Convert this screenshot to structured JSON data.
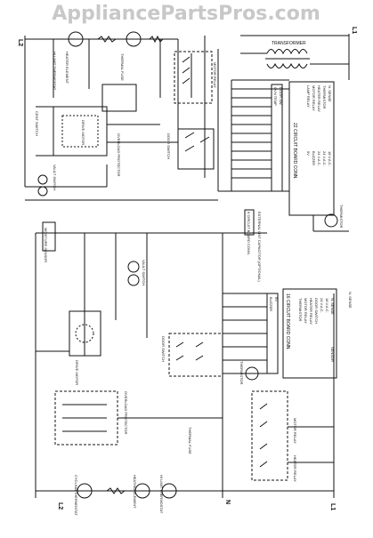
{
  "watermark": "AppliancePartsPros.com",
  "terminals": {
    "l2_top": "L2",
    "l1_top": "L1",
    "l2_bottom": "L2",
    "n_bottom": "N",
    "l1_bottom": "L1"
  },
  "upper_labels": {
    "transformer": "TRANSFORMER",
    "circuit_board_22": "22 CIRCUIT BOARD CONN.",
    "thermal_fuse": "THERMAL FUSE",
    "drive_motor": "DRIVE MOTOR",
    "overload_protector": "OVERLOAD PROTECTOR",
    "cent_switch": "CENT SWITCH",
    "door_switch": "DOOR SWITCH",
    "thermistor": "THERMISTOR",
    "heater_element": "HEATER ELEMENT",
    "hi_limit_thermostat": "HI LIMIT THERMOSTAT",
    "vault_switch": "VAULT SWITCH",
    "motor_relay": "MOTOR RELAY"
  },
  "upper_board_rows": [
    "OVN TEMP",
    "DOOR SW.",
    "LAMP RELAY",
    "MOTOR RELAY",
    "HEATER RELAY",
    "THERMISTOR",
    "5V",
    "BUZZER",
    "24 V.A.C.",
    "24 V.A.C.",
    "18 V.A.C.",
    "N. SENSE"
  ],
  "lower_labels": {
    "circuit_board_16": "16 CIRCUIT BOARD CONN.",
    "circuit_board_6": "6 CIRCUIT BOARD CONN.",
    "external_lint_capacitor": "EXTERNAL LINT CAPACITOR (OPTIONAL)",
    "moisture_sensor": "MOISTURE SENSOR",
    "door_switch": "DOOR SWITCH",
    "vault_switch": "VAULT SWITCH",
    "drive_motor": "DRIVE MOTOR",
    "overload_protector": "OVERLOAD PROTECTOR",
    "thermal_fuse": "THERMAL FUSE",
    "cycling_thermostat": "CYCLING THERMOSTAT",
    "heating_element": "HEATING ELEMENT",
    "hi_limit_thermostat": "HI LIMIT THERMOSTAT",
    "thermistor": "THERMISTOR",
    "motor_relay": "MOTOR RELAY",
    "heater_relay": "HEATER RELAY",
    "sense_strip": "N. SENSE"
  },
  "lower_board_rows": [
    "THERMISTOR",
    "MOTOR RELAY",
    "HEATER RELAY",
    "DOOR SWITCH",
    "24 V.A.C.",
    "18 V.A.C.",
    "BUZZER",
    "5V",
    "N. SENSE",
    "SENSOR"
  ]
}
